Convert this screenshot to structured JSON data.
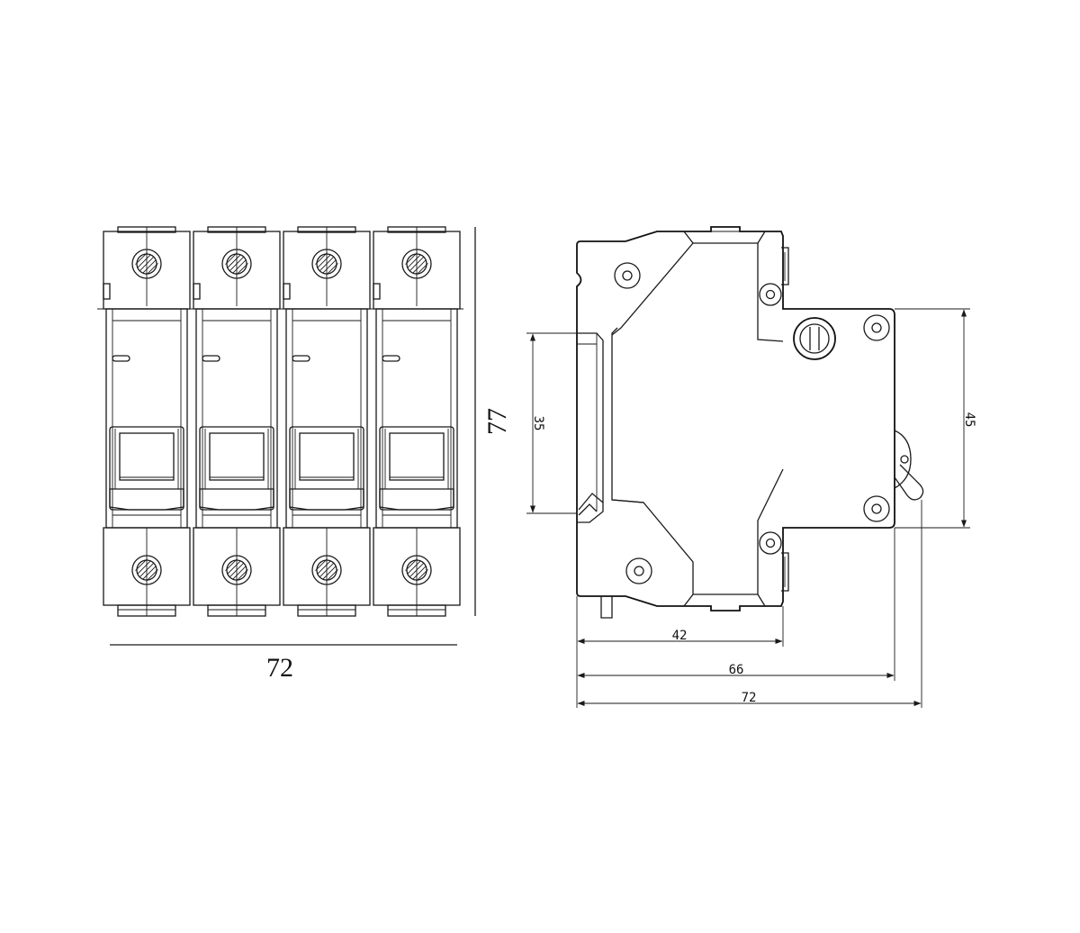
{
  "front_view": {
    "width_label": "72",
    "height_label": "77",
    "pole_count": 4
  },
  "side_view": {
    "rail_height_label": "35",
    "body_height_label": "45",
    "depth_labels": [
      "42",
      "66",
      "72"
    ]
  },
  "colors": {
    "line": "#1a1a1a",
    "background": "#ffffff"
  }
}
